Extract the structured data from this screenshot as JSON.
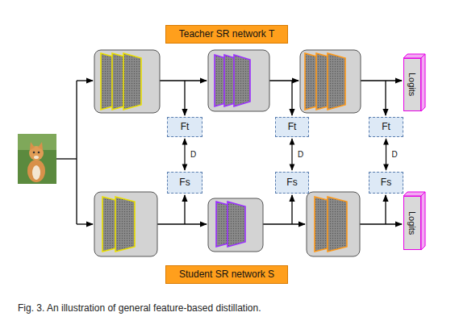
{
  "diagram": {
    "caption": "Fig. 3. An illustration of general feature-based distillation.",
    "nodes": [
      {
        "text": [
          "Teacher SR network T"
        ]
      },
      {
        "text": [
          "Logits"
        ]
      },
      {
        "text": [
          "Ft"
        ]
      },
      {
        "text": [
          "Ft"
        ]
      },
      {
        "text": [
          "Ft"
        ]
      },
      {
        "text": [
          "Fs"
        ]
      },
      {
        "text": [
          "Fs"
        ]
      },
      {
        "text": [
          "Fs"
        ]
      },
      {
        "text": [
          "Logits"
        ]
      },
      {
        "text": [
          "Student SR network S"
        ]
      }
    ],
    "edges": [
      {
        "from": 2,
        "to": 5,
        "label": "D",
        "arrow": "both"
      },
      {
        "from": 3,
        "to": 6,
        "label": "D",
        "arrow": "both"
      },
      {
        "from": 4,
        "to": 7,
        "label": "D",
        "arrow": "both"
      }
    ]
  }
}
